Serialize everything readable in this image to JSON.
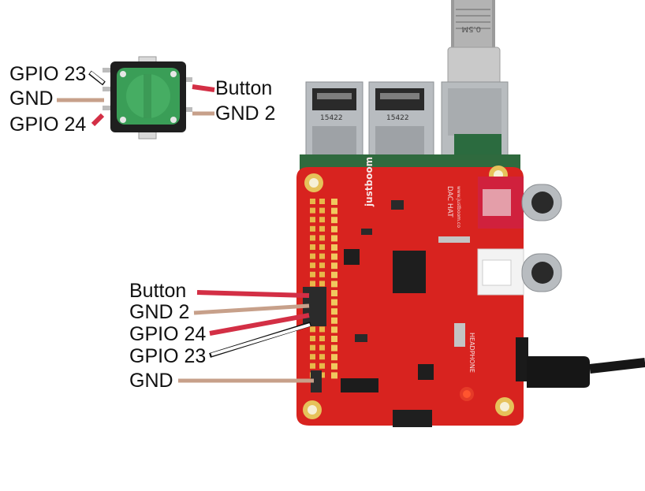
{
  "colors": {
    "wire_red": "#d32f45",
    "wire_brown": "#c7a08a",
    "wire_white": "#ffffff",
    "pcb_red": "#d8231f",
    "encoder_green": "#3a9e57"
  },
  "encoder_labels": {
    "gpio23": "GPIO 23",
    "gnd": "GND",
    "gpio24": "GPIO 24",
    "button": "Button",
    "gnd2": "GND 2"
  },
  "header_labels": {
    "button": "Button",
    "gnd2": "GND 2",
    "gpio24": "GPIO 24",
    "gpio23": "GPIO 23",
    "gnd": "GND"
  },
  "board_text": {
    "brand": "justboom",
    "product": "DAC HAT",
    "url": "www.justboom.co",
    "headphone": "HEADPHONE",
    "usb_port_code_1": "15422",
    "usb_port_code_2": "15422",
    "cable_label": "0.5M"
  }
}
